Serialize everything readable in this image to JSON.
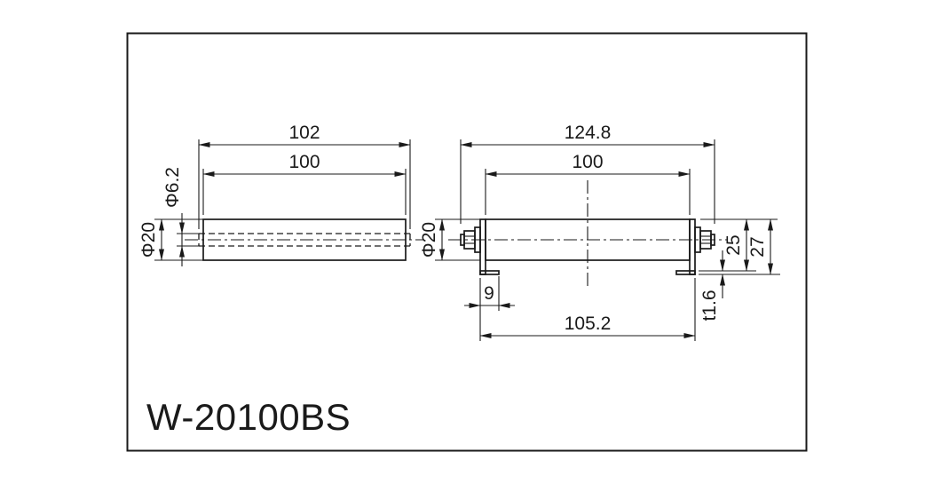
{
  "colors": {
    "ink": "#1a1a1a",
    "background": "#ffffff"
  },
  "title_block": {
    "model": "W-20100BS"
  },
  "left_view": {
    "dim_overall_length": "102",
    "dim_roller_length": "100",
    "dim_shaft_diameter": "Φ6.2",
    "dim_roller_diameter": "Φ20"
  },
  "right_view": {
    "dim_overall_width": "124.8",
    "dim_roller_length": "100",
    "dim_roller_diameter": "Φ20",
    "dim_bracket_inner_height": "25",
    "dim_bracket_outer_height": "27",
    "dim_foot_width": "9",
    "dim_mounting_pitch": "105.2",
    "dim_plate_thickness": "t1.6"
  }
}
